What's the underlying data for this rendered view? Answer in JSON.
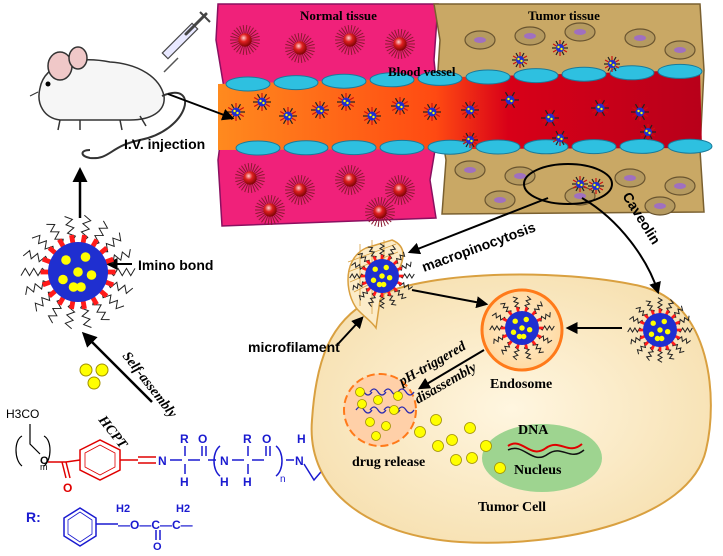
{
  "labels": {
    "normal_tissue": "Normal tissue",
    "tumor_tissue": "Tumor tissue",
    "blood_vessel": "Blood vessel",
    "iv_injection": "I.V. injection",
    "imino_bond": "Imino bond",
    "self_assembly": "Self-assembly",
    "hcpt": "HCPT",
    "macropinocytosis": "macropinocytosis",
    "caveolin": "Caveolin",
    "microfilament": "microfilament",
    "ph_triggered": "pH-triggered",
    "disassembly": "disassembly",
    "endosome": "Endosome",
    "drug_release": "drug release",
    "dna": "DNA",
    "nucleus": "Nucleus",
    "tumor_cell": "Tumor Cell"
  },
  "structure": {
    "h3co": "H3CO",
    "sub_m": "m",
    "sub_n": "n",
    "r_label": "R:",
    "r_atom": "R",
    "h_atom": "H",
    "n_atom": "N",
    "o_atom": "O",
    "h2_a": "H2",
    "h2_b": "H2",
    "r_formula": "—O—C—C—"
  },
  "colors": {
    "normal_tissue": "#f0217a",
    "tumor_tissue": "#c9a865",
    "vessel_left": "#ff7a1a",
    "vessel_right": "#d4001a",
    "endothelial": "#2ec0e0",
    "cell": "#fcecc8",
    "cell_border": "#d9a040",
    "nucleus": "#9ed490",
    "micelle_core": "#1f2fd0",
    "drug": "#ffff00",
    "shell_red": "#ff1a1a",
    "endosome_border": "#ff7a1a",
    "chem_blue": "#1a1ad0",
    "chem_red": "#e00000"
  }
}
